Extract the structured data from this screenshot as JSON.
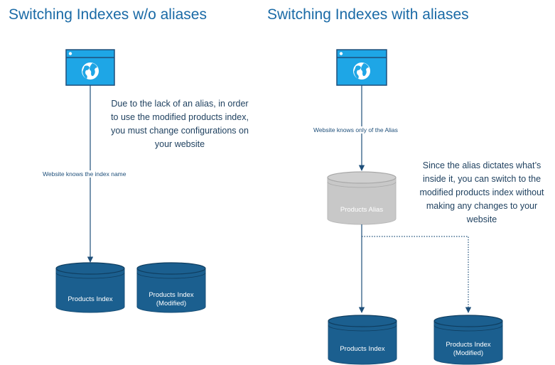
{
  "titles": {
    "left": "Switching Indexes w/o aliases",
    "right": "Switching Indexes with aliases"
  },
  "left": {
    "edge_label": "Website knows the index name",
    "note": "Due to the lack of an alias, in order to use the modified products index, you must change configurations on your website",
    "db1_label": "Products Index",
    "db2_label_line1": "Products Index",
    "db2_label_line2": "(Modified)"
  },
  "right": {
    "edge_label": "Website knows only of the Alias",
    "alias_label": "Products Alias",
    "note": "Since the alias dictates what’s inside it, you can switch to the modified products index without making any changes to your website",
    "db1_label": "Products Index",
    "db2_label_line1": "Products Index",
    "db2_label_line2": "(Modified)"
  },
  "colors": {
    "title": "#1a6aa6",
    "db_fill": "#1b5f8f",
    "alias_fill": "#c8c8c8",
    "browser_fill": "#1ea6e6",
    "line": "#1e4f7a"
  }
}
